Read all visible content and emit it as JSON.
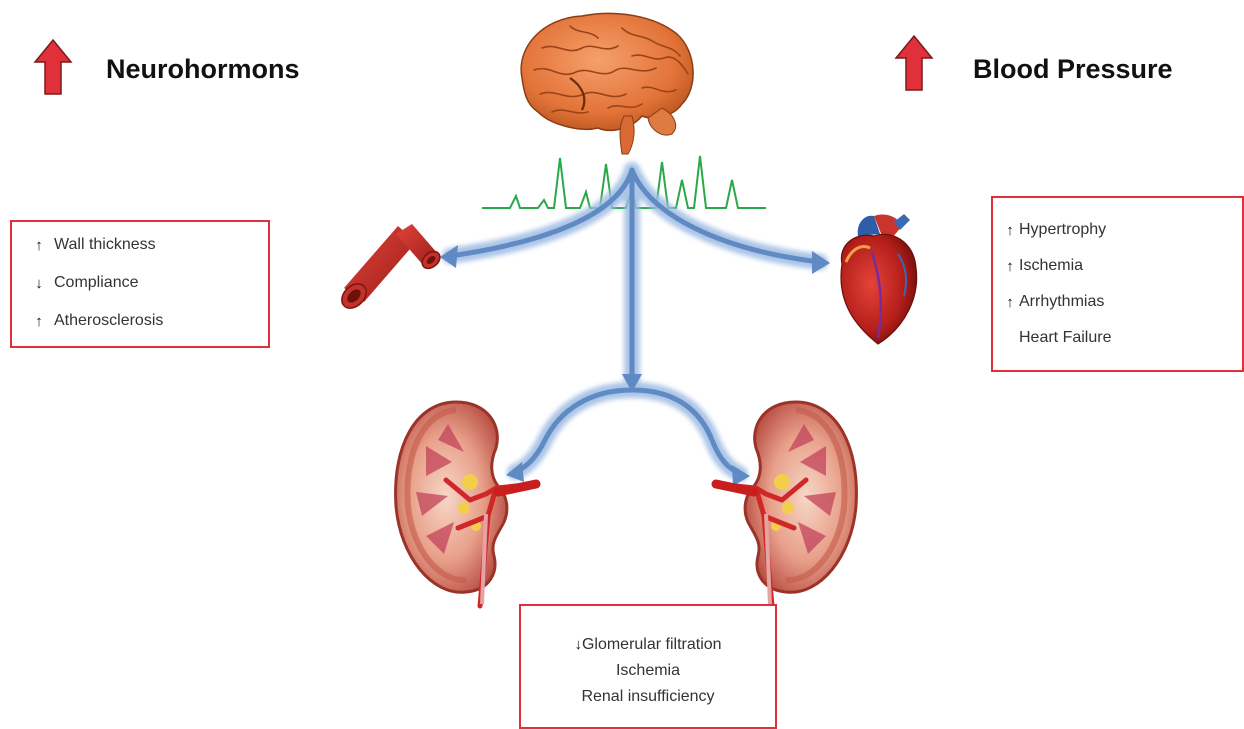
{
  "left_heading": {
    "label": "Neurohormons",
    "arrow": "up-arrow-icon"
  },
  "right_heading": {
    "label": "Blood Pressure",
    "arrow": "up-arrow-icon"
  },
  "vessel_box": {
    "items": [
      {
        "dir": "↑",
        "text": "Wall thickness"
      },
      {
        "dir": "↓",
        "text": "Compliance"
      },
      {
        "dir": "↑",
        "text": "Atherosclerosis"
      }
    ]
  },
  "heart_box": {
    "items": [
      {
        "dir": "↑",
        "text": "Hypertrophy"
      },
      {
        "dir": "↑",
        "text": "Ischemia"
      },
      {
        "dir": "↑",
        "text": "Arrhythmias"
      },
      {
        "dir": "",
        "text": "Heart Failure"
      }
    ]
  },
  "kidney_box": {
    "line1_dir": "↓",
    "line1": "Glomerular filtration",
    "line2": "Ischemia",
    "line3": "Renal insufficiency"
  },
  "colors": {
    "accent_red": "#e0303a",
    "arrow_blue": "#6f98cf",
    "signal_green": "#2aa84a"
  }
}
